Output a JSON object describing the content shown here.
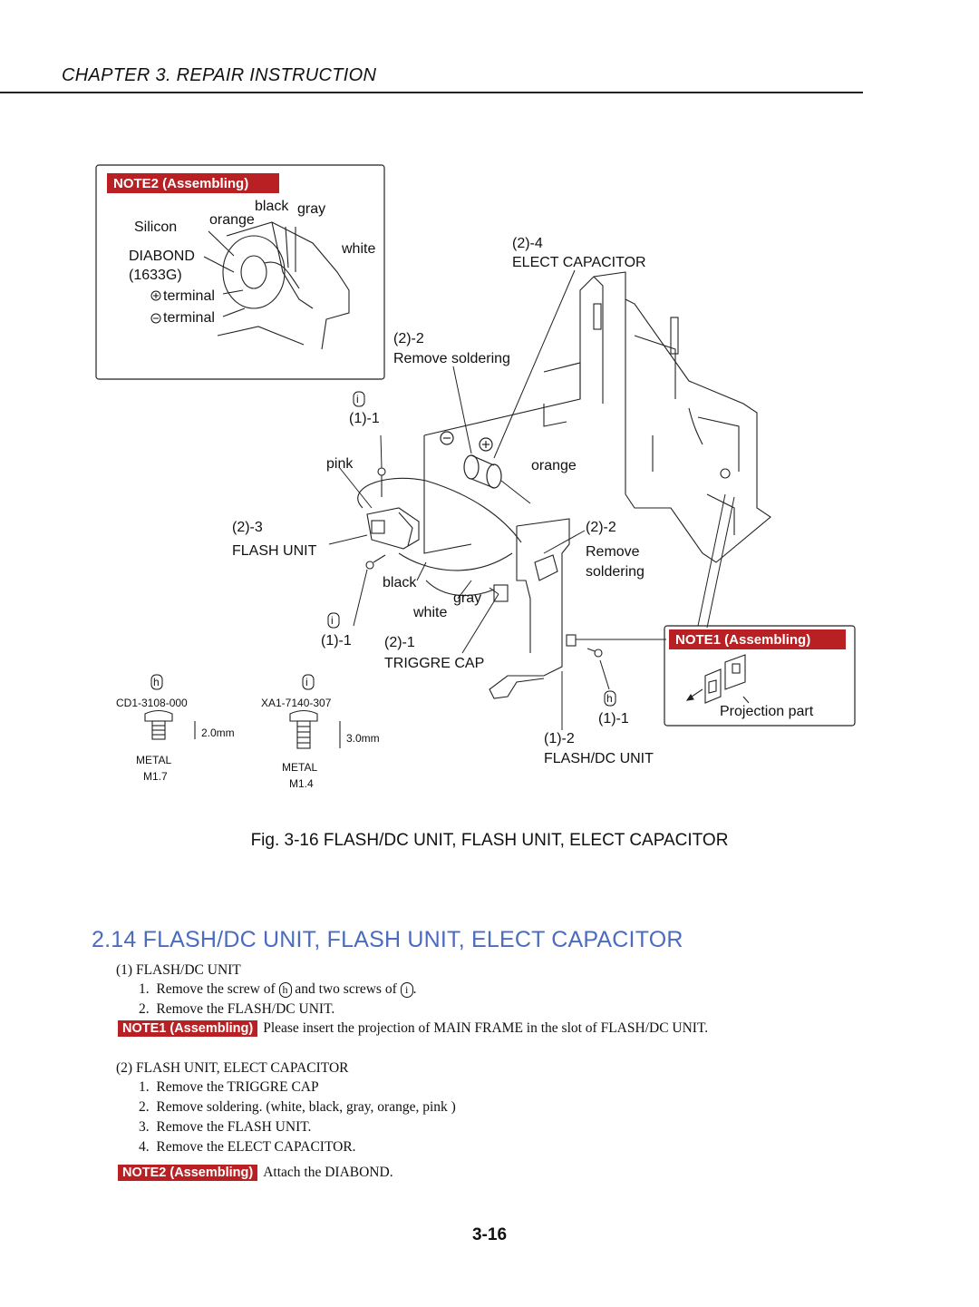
{
  "header": {
    "chapter": "CHAPTER 3. REPAIR INSTRUCTION"
  },
  "figure": {
    "note2_box": {
      "badge": "NOTE2 (Assembling)",
      "labels": {
        "silicon": "Silicon",
        "orange": "orange",
        "black": "black",
        "gray": "gray",
        "white": "white",
        "diabond": "DIABOND",
        "diabond_code": "(1633G)",
        "plus_terminal": "terminal",
        "minus_terminal": "terminal"
      }
    },
    "callouts": {
      "c24_num": "(2)-4",
      "c24_name": "ELECT CAPACITOR",
      "c22a_num": "(2)-2",
      "c22a_name": "Remove soldering",
      "c11a": "(1)-1",
      "pink": "pink",
      "orange": "orange",
      "c23_num": "(2)-3",
      "c23_name": "FLASH UNIT",
      "c22b_num": "(2)-2",
      "c22b_l1": "Remove",
      "c22b_l2": "soldering",
      "black": "black",
      "gray": "gray",
      "white": "white",
      "c11b": "(1)-1",
      "c21_num": "(2)-1",
      "c21_name": "TRIGGRE CAP",
      "c11c": "(1)-1",
      "c12_num": "(1)-2",
      "c12_name": "FLASH/DC UNIT",
      "mark_i": "i",
      "mark_h": "h"
    },
    "note1_box": {
      "badge": "NOTE1 (Assembling)",
      "projection": "Projection part"
    },
    "screws": [
      {
        "mark": "h",
        "code": "CD1-3108-000",
        "length": "2.0mm",
        "material": "METAL",
        "size": "M1.7"
      },
      {
        "mark": "i",
        "code": "XA1-7140-307",
        "length": "3.0mm",
        "material": "METAL",
        "size": "M1.4"
      }
    ],
    "caption": "Fig. 3-16 FLASH/DC UNIT, FLASH UNIT, ELECT CAPACITOR"
  },
  "section": {
    "title": "2.14  FLASH/DC UNIT, FLASH UNIT, ELECT CAPACITOR",
    "part1": {
      "heading": "(1) FLASH/DC UNIT",
      "step1_num": "1.",
      "step1_a": "Remove the  screw of",
      "step1_h": "h",
      "step1_b": "and two screws of",
      "step1_i": "i",
      "step1_c": ".",
      "step2_num": "2.",
      "step2": "Remove the FLASH/DC UNIT.",
      "note_badge": "NOTE1 (Assembling)",
      "note_text": "Please insert the projection of MAIN FRAME in the slot of FLASH/DC UNIT."
    },
    "part2": {
      "heading": "(2) FLASH UNIT, ELECT CAPACITOR",
      "steps": [
        {
          "num": "1.",
          "text": "Remove the TRIGGRE CAP"
        },
        {
          "num": "2.",
          "text": "Remove soldering. (white, black, gray, orange, pink )"
        },
        {
          "num": "3.",
          "text": "Remove the FLASH UNIT."
        },
        {
          "num": "4.",
          "text": "Remove the ELECT CAPACITOR."
        }
      ],
      "note_badge": "NOTE2 (Assembling)",
      "note_text": "Attach the DIABOND."
    }
  },
  "page_number": "3-16",
  "colors": {
    "badge": "#b82024",
    "section_title": "#4a6bc0",
    "text": "#111111"
  }
}
